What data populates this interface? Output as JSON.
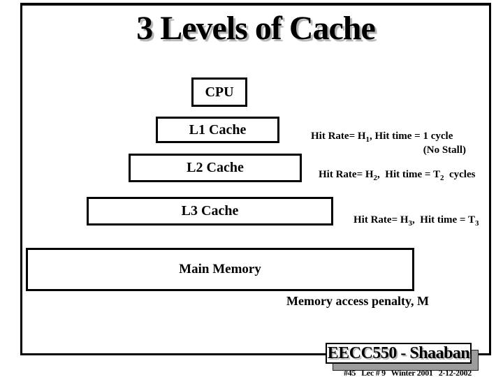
{
  "slide": {
    "title": "3 Levels of Cache",
    "boxes": {
      "cpu": "CPU",
      "l1": "L1 Cache",
      "l2": "L2 Cache",
      "l3": "L3 Cache",
      "main_memory": "Main Memory"
    },
    "annotations": {
      "l1": {
        "p1": "Hit Rate= H",
        "s1": "1",
        "p2": ", Hit time = 1 cycle",
        "s2": "",
        "p3": "",
        "line2": "(No Stall)"
      },
      "l2": {
        "p1": "Hit Rate= H",
        "s1": "2",
        "p2": ",  Hit time = T",
        "s2": "2",
        "p3": "  cycles"
      },
      "l3": {
        "p1": "Hit Rate= H",
        "s1": "3",
        "p2": ",  Hit time = T",
        "s2": "3",
        "p3": ""
      },
      "memory_penalty": "Memory access penalty, M"
    },
    "footer": {
      "stamp": "EECC550 - Shaaban",
      "lecture_info": "#45   Lec # 9   Winter 2001   2-12-2002"
    },
    "colors": {
      "background": "#ffffff",
      "text": "#000000",
      "title_shadow": "#b3b3b3",
      "stamp_shadow_gray": "#9c9c9c"
    }
  }
}
